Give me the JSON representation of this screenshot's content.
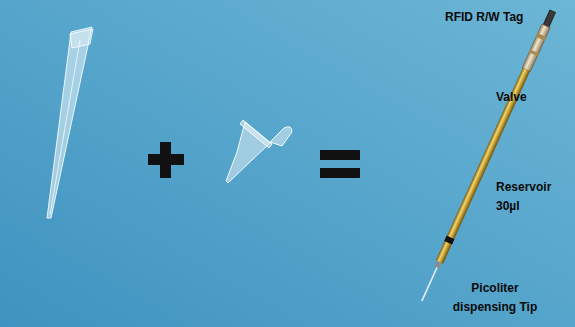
{
  "diagram": {
    "labels": [
      "RFID R/W Tag",
      "Valve",
      "Reservoir 30µl",
      "Picoliter dispensing Tip"
    ]
  }
}
